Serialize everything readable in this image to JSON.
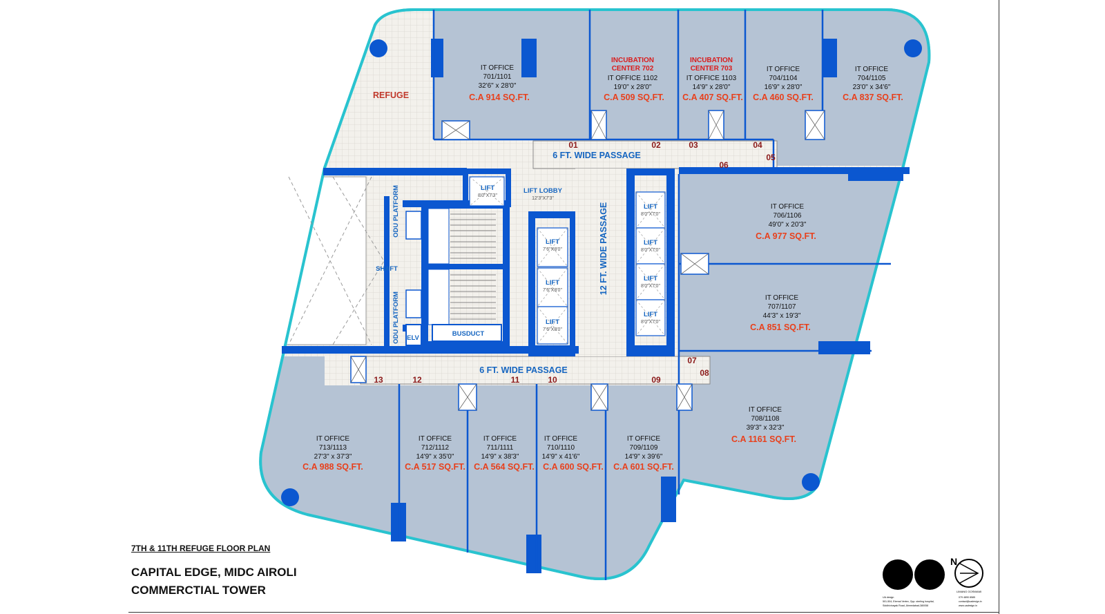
{
  "drawing": {
    "subtitle": "7TH & 11TH REFUGE FLOOR PLAN",
    "title_line1": "CAPITAL EDGE, MIDC AIROLI",
    "title_line2": "COMMERCTIAL TOWER"
  },
  "offices": [
    {
      "label": "IT OFFICE",
      "number": "701/1101",
      "size": "32'6\" x 28'0\"",
      "area": "C.A 914 SQ.FT."
    },
    {
      "extra1": "INCUBATION",
      "extra2": "CENTER 702",
      "label": "IT OFFICE",
      "number": "1102",
      "size": "19'0\" x 28'0\"",
      "area": "C.A 509 SQ.FT."
    },
    {
      "extra1": "INCUBATION",
      "extra2": "CENTER 703",
      "label": "IT OFFICE",
      "number": "1103",
      "size": "14'9\" x 28'0\"",
      "area": "C.A 407 SQ.FT."
    },
    {
      "label": "IT OFFICE",
      "number": "704/1104",
      "size": "16'9\" x 28'0\"",
      "area": "C.A 460 SQ.FT."
    },
    {
      "label": "IT OFFICE",
      "number": "704/1105",
      "size": "23'0\" x 34'6\"",
      "area": "C.A 837 SQ.FT."
    },
    {
      "label": "IT OFFICE",
      "number": "706/1106",
      "size": "49'0\" x 20'3\"",
      "area": "C.A 977 SQ.FT."
    },
    {
      "label": "IT OFFICE",
      "number": "707/1107",
      "size": "44'3\" x 19'3\"",
      "area": "C.A 851 SQ.FT."
    },
    {
      "label": "IT OFFICE",
      "number": "708/1108",
      "size": "39'3\" x 32'3\"",
      "area": "C.A 1161 SQ.FT."
    },
    {
      "label": "IT OFFICE",
      "number": "709/1109",
      "size": "14'9\" x 39'6\"",
      "area": "C.A 601 SQ.FT."
    },
    {
      "label": "IT OFFICE",
      "number": "710/1110",
      "size": "14'9\" x 41'6\"",
      "area": "C.A 600 SQ.FT."
    },
    {
      "label": "IT OFFICE",
      "number": "711/1111",
      "size": "14'9\" x 38'3\"",
      "area": "C.A 564 SQ.FT."
    },
    {
      "label": "IT OFFICE",
      "number": "712/1112",
      "size": "14'9\" x 35'0\"",
      "area": "C.A 517 SQ.FT."
    },
    {
      "label": "IT OFFICE",
      "number": "713/1113",
      "size": "27'3\" x 37'3\"",
      "area": "C.A 988 SQ.FT."
    }
  ],
  "core": {
    "refuge": "REFUGE",
    "passage_top": "6 FT. WIDE PASSAGE",
    "passage_bottom": "6 FT. WIDE PASSAGE",
    "passage_vertical": "12 FT. WIDE PASSAGE",
    "lift_lobby": "LIFT LOBBY",
    "lift_lobby_size": "12'3\"X7'3\"",
    "lift": "LIFT",
    "lift_size_a": "8'0\"X7'3\"",
    "lift_size_b": "7'6\"X8'0\"",
    "lift_size_c": "8'0\"X7'0\"",
    "odu": "ODU PLATFORM",
    "shaft": "SHAFT",
    "busduct": "BUSDUCT",
    "elv": "ELV"
  },
  "door_numbers": [
    "01",
    "02",
    "03",
    "04",
    "05",
    "06",
    "07",
    "08",
    "09",
    "10",
    "11",
    "12",
    "13"
  ],
  "brand": {
    "north": "N",
    "designer": "LIMANG GOSWAMI",
    "address_1": "UA design",
    "address_2": "501-504, Eternal Vertex, Opp. sterling hospital,",
    "address_3": "Siddhivinayak Road, Ahmedabad-380058",
    "contact_1": "079 4890 8585",
    "contact_2": "contact@uadesign.in",
    "contact_3": "www.uadesign.in"
  },
  "colors": {
    "wall": "#0b57d0",
    "office": "#b5c3d4",
    "outline": "#29c3cf",
    "area_text": "#e8401c",
    "incubation_text": "#d91c1c"
  }
}
